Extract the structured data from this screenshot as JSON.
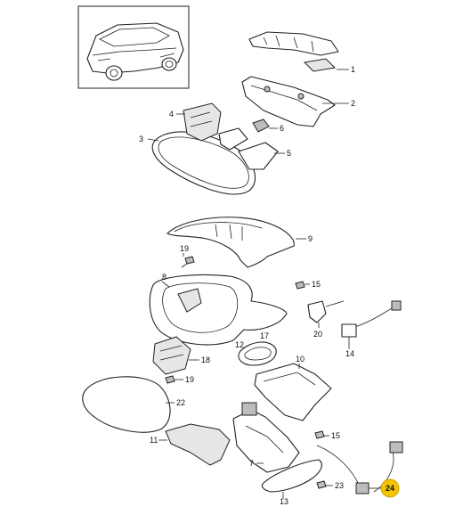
{
  "diagram": {
    "callouts": [
      "1",
      "2",
      "3",
      "4",
      "5",
      "6",
      "7",
      "8",
      "9",
      "10",
      "11",
      "12",
      "13",
      "14",
      "15",
      "15",
      "17",
      "18",
      "19",
      "19",
      "20",
      "22",
      "23"
    ],
    "highlight": "24",
    "colors": {
      "highlight": "#f5c400",
      "line": "#222222"
    }
  }
}
